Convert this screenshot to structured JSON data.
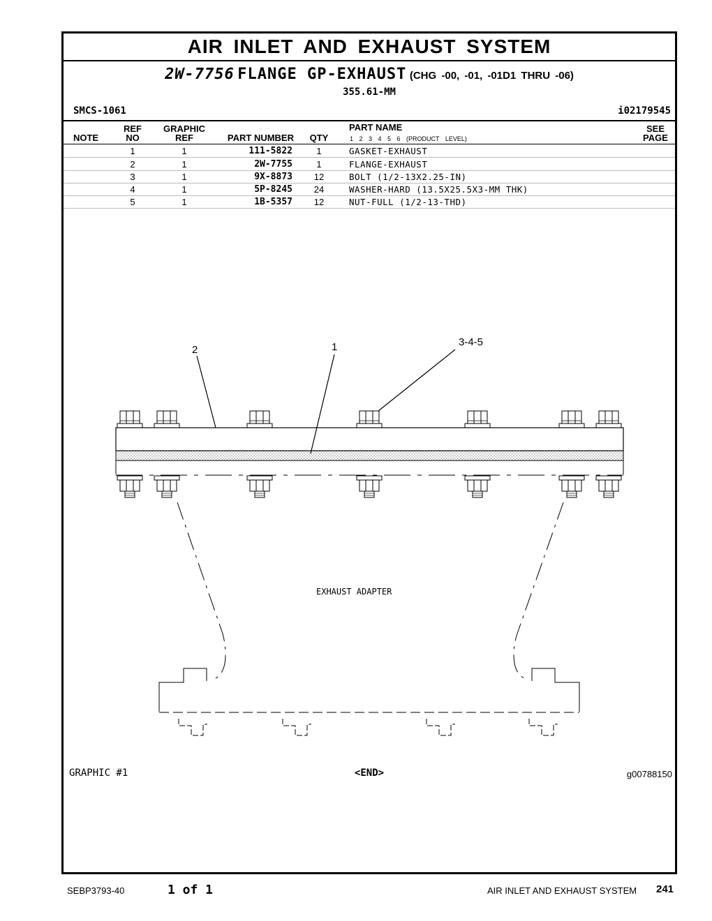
{
  "header": {
    "section_title": "AIR INLET AND EXHAUST SYSTEM",
    "group_part_number": "2W-7756",
    "group_name": "FLANGE GP-EXHAUST",
    "change_range": "(CHG -00, -01, -01D1 THRU -06)",
    "size": "355.61-MM",
    "smcs": "SMCS-1061",
    "info_id": "i02179545"
  },
  "table": {
    "columns": {
      "note": "NOTE",
      "ref_top": "REF",
      "ref_bottom": "NO",
      "graphic_top": "GRAPHIC",
      "graphic_bottom": "REF",
      "part_number": "PART NUMBER",
      "qty": "QTY",
      "part_name": "PART NAME",
      "product_level": "1 2 3 4 5 6 (PRODUCT LEVEL)",
      "see_top": "SEE",
      "see_bottom": "PAGE"
    },
    "rows": [
      {
        "ref": "1",
        "graphic": "1",
        "part_number": "111-5822",
        "qty": "1",
        "name": "GASKET-EXHAUST"
      },
      {
        "ref": "2",
        "graphic": "1",
        "part_number": "2W-7755",
        "qty": "1",
        "name": "FLANGE-EXHAUST"
      },
      {
        "ref": "3",
        "graphic": "1",
        "part_number": "9X-8873",
        "qty": "12",
        "name": "BOLT (1/2-13X2.25-IN)"
      },
      {
        "ref": "4",
        "graphic": "1",
        "part_number": "5P-8245",
        "qty": "24",
        "name": "WASHER-HARD (13.5X25.5X3-MM THK)"
      },
      {
        "ref": "5",
        "graphic": "1",
        "part_number": "1B-5357",
        "qty": "12",
        "name": "NUT-FULL (1/2-13-THD)"
      }
    ]
  },
  "graphic": {
    "callout_flange": "2",
    "callout_gasket": "1",
    "callout_fasteners": "3-4-5",
    "adapter_label": "EXHAUST ADAPTER",
    "label": "GRAPHIC #1",
    "end_marker": "<END>",
    "graphic_id": "g00788150"
  },
  "footer": {
    "doc_number": "SEBP3793-40",
    "page_of": "1 of 1",
    "section": "AIR INLET AND EXHAUST SYSTEM",
    "page_number": "241"
  }
}
